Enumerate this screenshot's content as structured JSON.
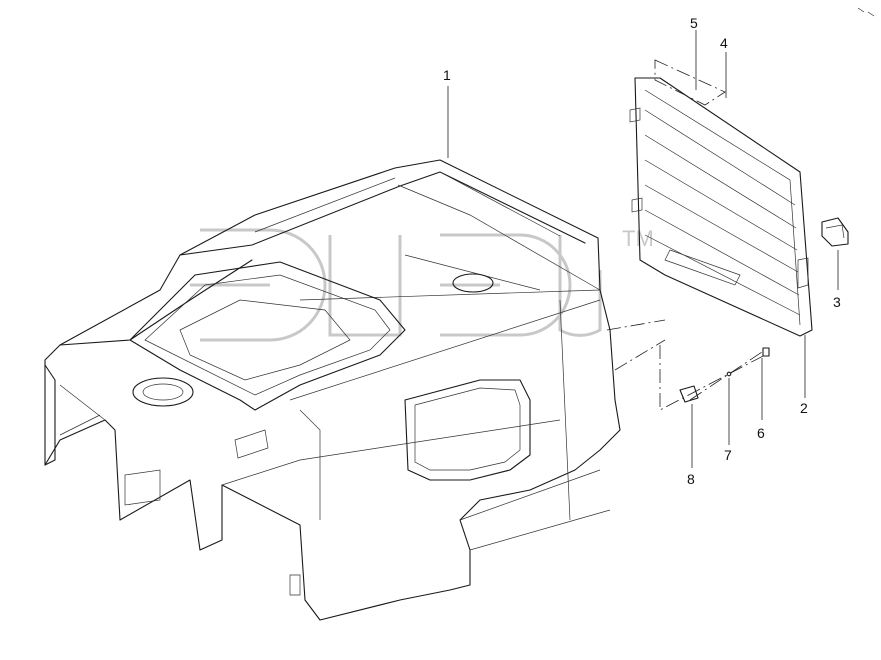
{
  "diagram": {
    "callouts": [
      {
        "id": "1",
        "label": "1"
      },
      {
        "id": "2",
        "label": "2"
      },
      {
        "id": "3",
        "label": "3"
      },
      {
        "id": "4",
        "label": "4"
      },
      {
        "id": "5",
        "label": "5"
      },
      {
        "id": "6",
        "label": "6"
      },
      {
        "id": "7",
        "label": "7"
      },
      {
        "id": "8",
        "label": "8"
      }
    ],
    "watermark": {
      "text": "элеb",
      "trademark": "TM"
    }
  }
}
